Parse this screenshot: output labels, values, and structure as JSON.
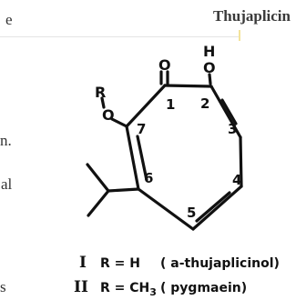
{
  "page_fragments": {
    "top_left": "e",
    "mid_left_1": "n.",
    "mid_left_2": "al",
    "bottom_left": "s"
  },
  "title": "Thujaplicin",
  "structure": {
    "atoms": {
      "keto_oxygen": "O",
      "hydroxyl_h": "H",
      "hydroxyl_o": "O",
      "ether_r": "R",
      "ether_o": "O"
    },
    "ring_numbers": [
      "1",
      "2",
      "3",
      "4",
      "5",
      "6",
      "7"
    ]
  },
  "compounds": [
    {
      "numeral": "I",
      "substituent": "R = H",
      "name": "( a-thujaplicinol)"
    },
    {
      "numeral": "II",
      "substituent": "R = CH",
      "subscript": "3",
      "name": "( pygmaein)"
    }
  ]
}
